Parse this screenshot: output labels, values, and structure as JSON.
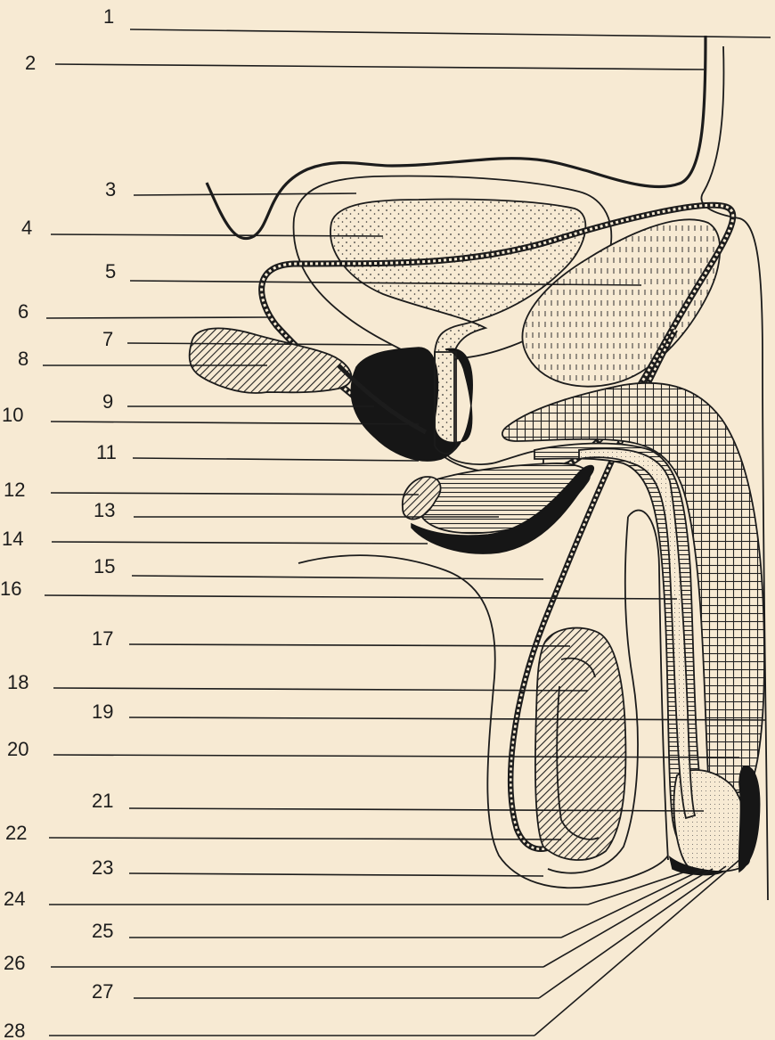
{
  "diagram": {
    "labels": [
      "1",
      "2",
      "3",
      "4",
      "5",
      "6",
      "7",
      "8",
      "9",
      "10",
      "11",
      "12",
      "13",
      "14",
      "15",
      "16",
      "17",
      "18",
      "19",
      "20",
      "21",
      "22",
      "23",
      "24",
      "25",
      "26",
      "27",
      "28"
    ]
  },
  "colors": {
    "paper": "#f7ead3",
    "ink": "#1c1c1c"
  }
}
